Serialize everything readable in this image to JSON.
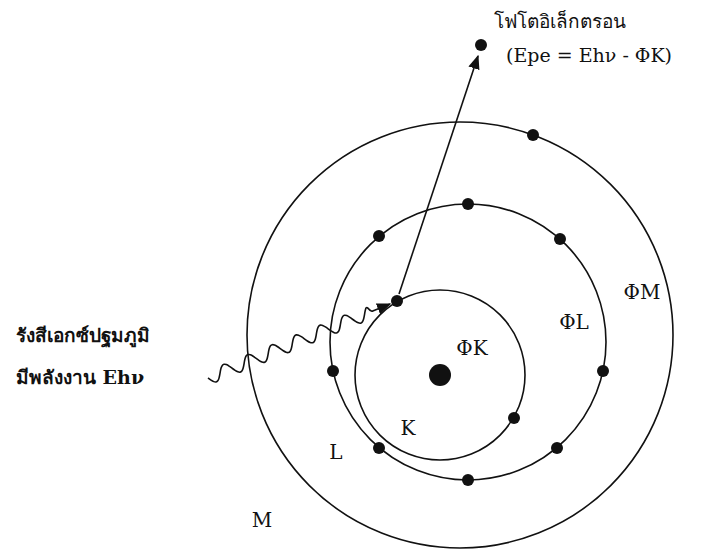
{
  "diagram": {
    "labels": [
      "โฟโตอิเล็กตรอน",
      "(Epe = Ehν - ΦK)",
      "รังสีเอกซ์ปฐมภูมิ",
      "มีพลังงาน Ehν",
      "ΦM",
      "ΦL",
      "ΦK",
      "M",
      "L",
      "K"
    ]
  }
}
